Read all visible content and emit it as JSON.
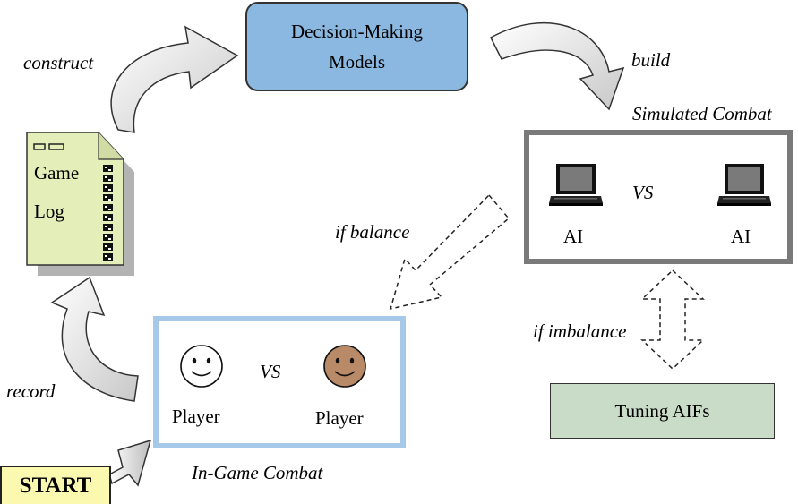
{
  "nodes": {
    "decision_models": {
      "line1": "Decision-Making",
      "line2": "Models"
    },
    "game_log": {
      "line1": "Game",
      "line2": "Log"
    },
    "simulated_combat": {
      "caption": "Simulated Combat",
      "left_label": "AI",
      "right_label": "AI",
      "vs": "VS"
    },
    "in_game_combat": {
      "caption": "In-Game Combat",
      "left_label": "Player",
      "right_label": "Player",
      "vs": "VS"
    },
    "tuning": {
      "label": "Tuning AIFs"
    },
    "start": {
      "label": "START"
    }
  },
  "edges": {
    "construct": "construct",
    "build": "build",
    "record": "record",
    "if_balance": "if balance",
    "if_imbalance": "if imbalance"
  },
  "colors": {
    "decision_box": "#8ab8e0",
    "sim_border": "#7a7a7a",
    "game_border": "#a6c9e8",
    "tuning_box": "#c9dcc7",
    "start_box": "#fbf8b0",
    "log_paper": "#e3eeb8",
    "face_brown": "#b98a68"
  },
  "icons": [
    "laptop-icon",
    "laptop-icon",
    "smiley-face-icon",
    "smiley-face-icon",
    "document-icon"
  ]
}
